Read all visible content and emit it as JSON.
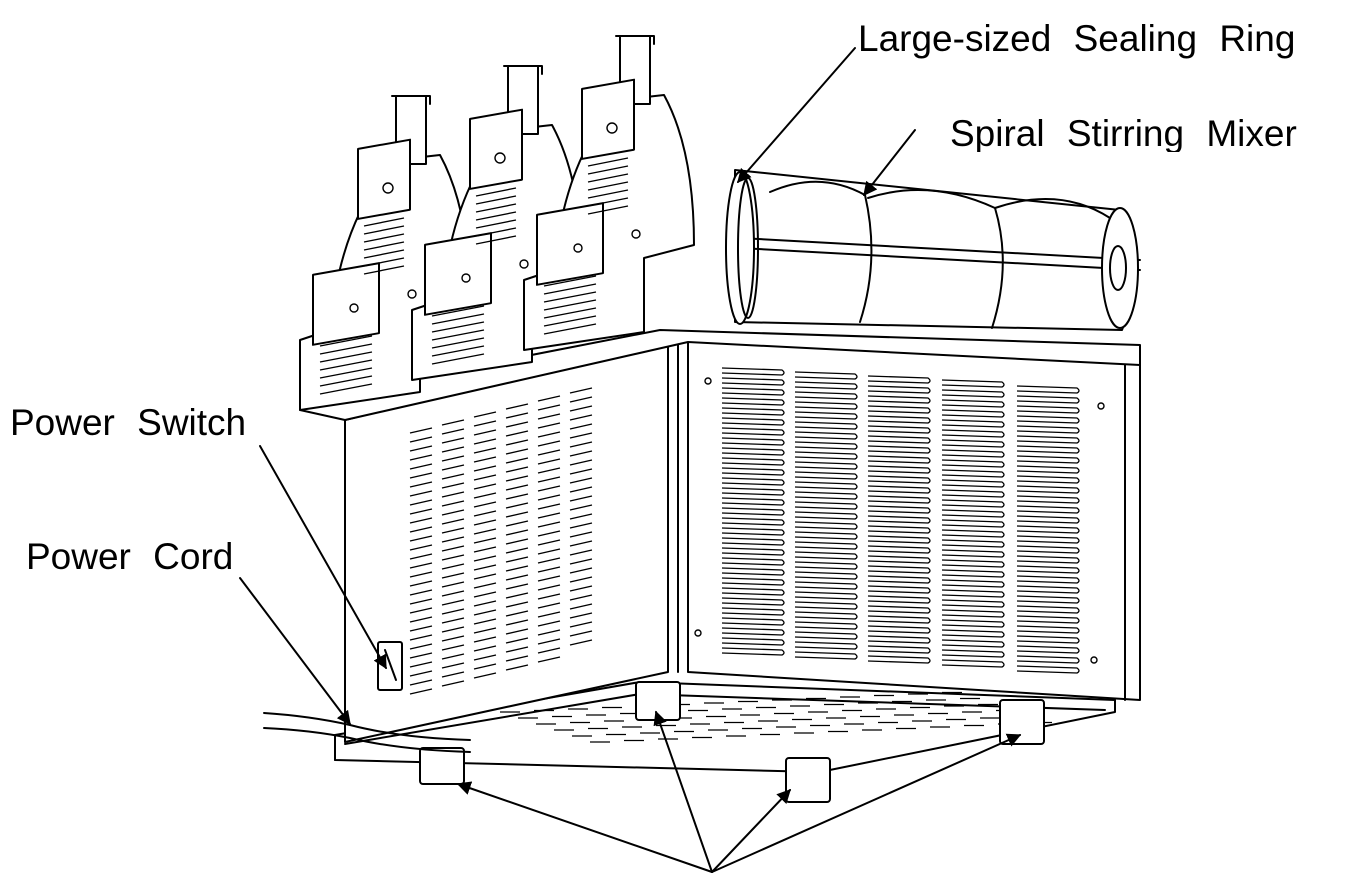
{
  "labels": {
    "large_sealing_ring": "Large-sized Sealing Ring",
    "spiral_stirring_mixer": "Spiral Stirring Mixer",
    "power_switch": "Power Switch",
    "power_cord": "Power Cord"
  },
  "colors": {
    "line": "#000000",
    "background": "#ffffff"
  }
}
